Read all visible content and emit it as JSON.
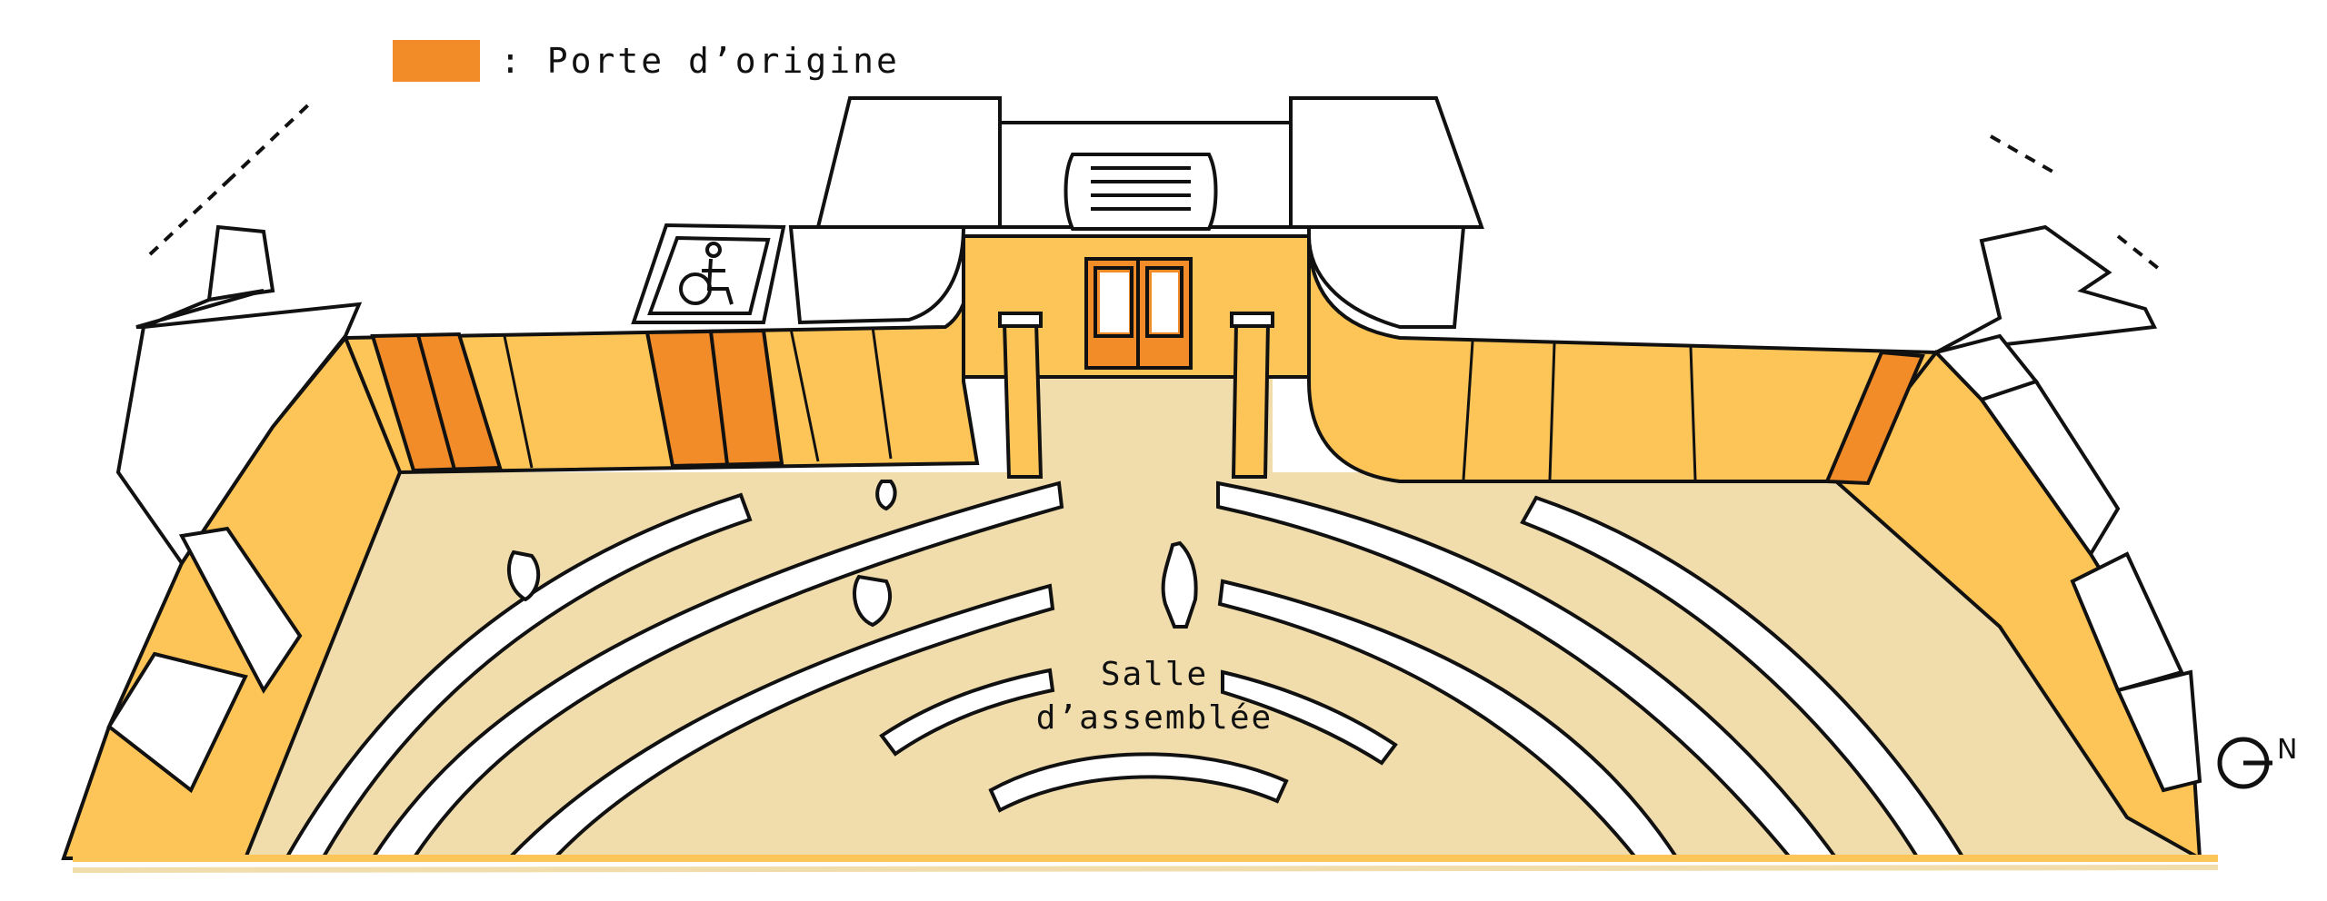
{
  "legend": {
    "swatch_color": "#f28c28",
    "label": ": Porte d’origine"
  },
  "room": {
    "name_line1": "Salle",
    "name_line2": "d’assemblée"
  },
  "north_label": "N",
  "icons": {
    "accessibility": "wheelchair-icon",
    "north": "north-arrow-icon"
  },
  "colors": {
    "floor": "#f1dcab",
    "wall": "#fdc558",
    "original_door": "#f28c28",
    "outline": "#111111",
    "bench": "#ffffff"
  }
}
